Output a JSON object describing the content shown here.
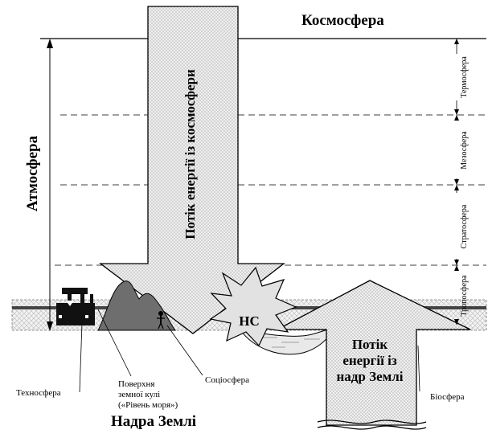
{
  "top_title": "Космосфера",
  "bottom_title": "Надра Землі",
  "atmosphere_label": "Атмосфера",
  "cosmos_flow_label": "Потік енергії із космосфери",
  "earth_flow_lines": [
    "Потік",
    "енергії із",
    "надр Землі"
  ],
  "emergency_label": "НС",
  "layers": [
    "Термосфера",
    "Мезосфера",
    "Стратосфера",
    "Тропосфера"
  ],
  "technosphere_label": "Техносфера",
  "surface_lines": [
    "Поверхня",
    "земної кулі",
    "(«Рівень моря»)"
  ],
  "sociosphere_label": "Соціосфера",
  "biosphere_label": "Біосфера"
}
